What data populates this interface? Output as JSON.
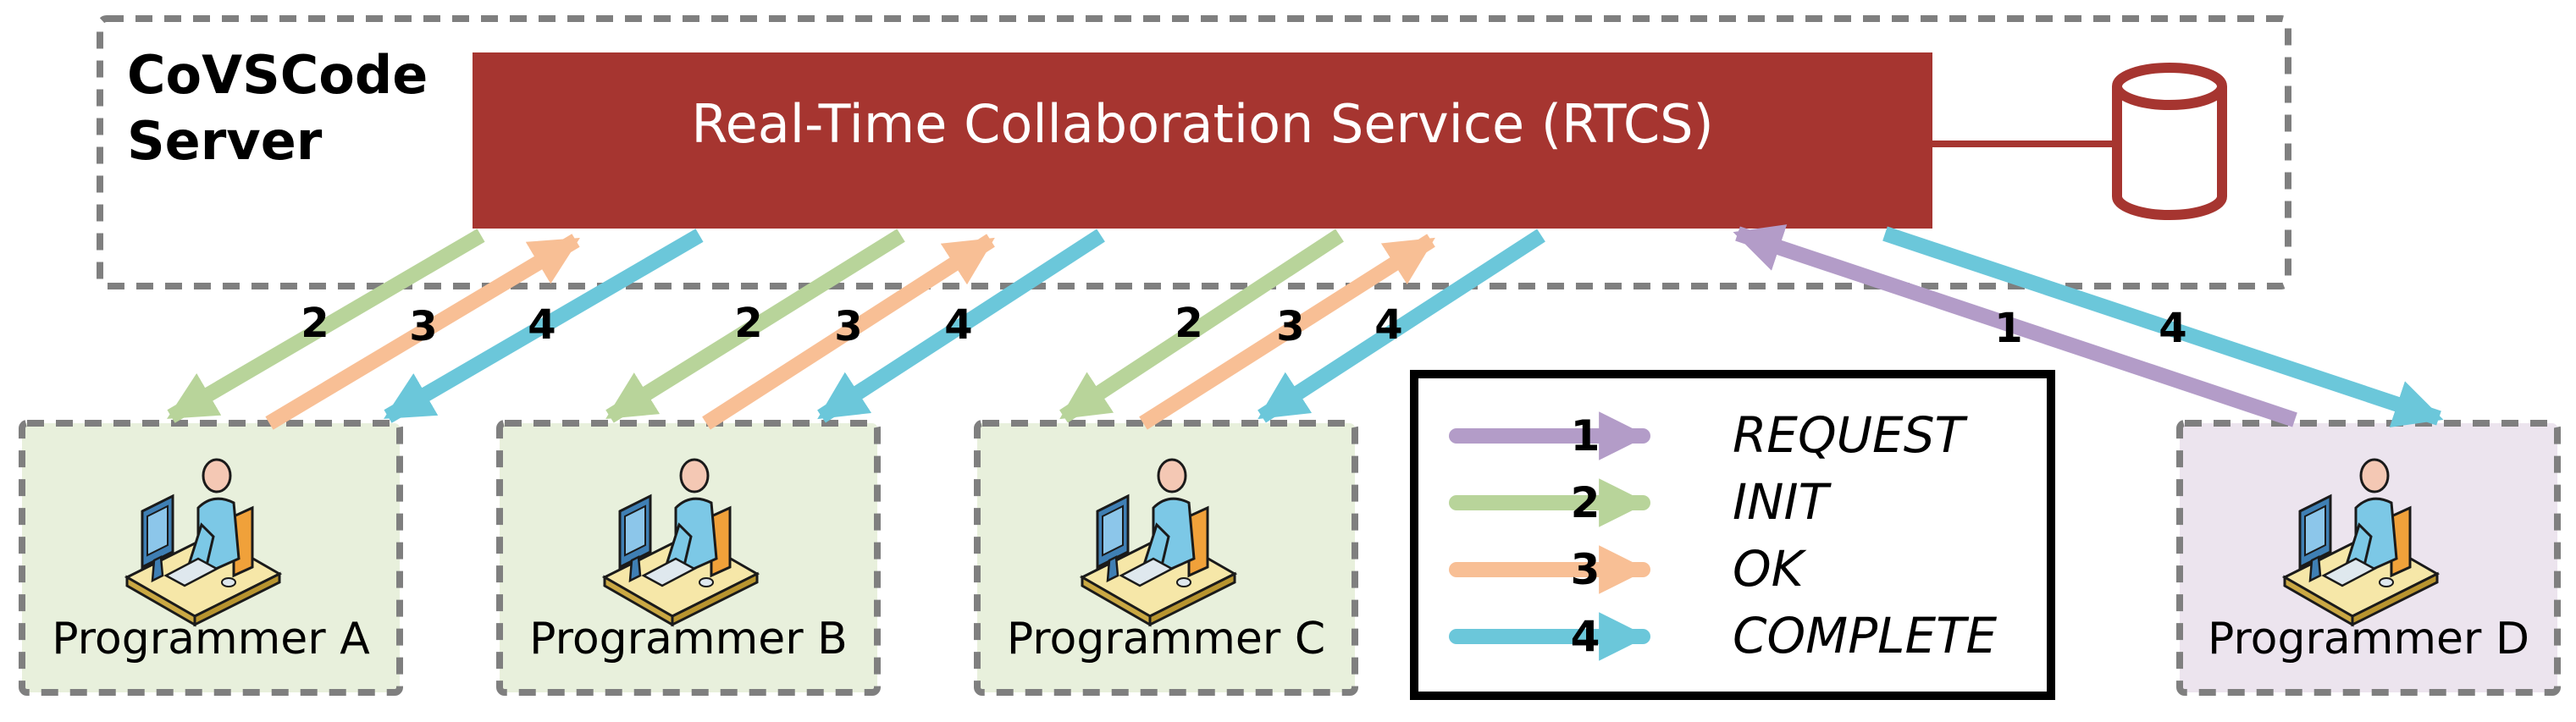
{
  "server": {
    "label_line1": "CoVSCode",
    "label_line2": "Server"
  },
  "rtcs": {
    "label": "Real-Time Collaboration Service (RTCS)",
    "color": "#a63530"
  },
  "database": {
    "icon": "database-cylinder-icon",
    "color": "#a63530"
  },
  "programmers": [
    {
      "label": "Programmer A",
      "bg": "#e8f0dc"
    },
    {
      "label": "Programmer B",
      "bg": "#e8f0dc"
    },
    {
      "label": "Programmer C",
      "bg": "#e8f0dc"
    },
    {
      "label": "Programmer D",
      "bg": "#ece4ee"
    }
  ],
  "arrow_numbers": {
    "one": "1",
    "two": "2",
    "three": "3",
    "four": "4"
  },
  "legend": [
    {
      "number": "1",
      "label": "REQUEST",
      "color": "#b39cc8"
    },
    {
      "number": "2",
      "label": "INIT",
      "color": "#b8d49a"
    },
    {
      "number": "3",
      "label": "OK",
      "color": "#f8bf95"
    },
    {
      "number": "4",
      "label": "COMPLETE",
      "color": "#6bc7da"
    }
  ]
}
